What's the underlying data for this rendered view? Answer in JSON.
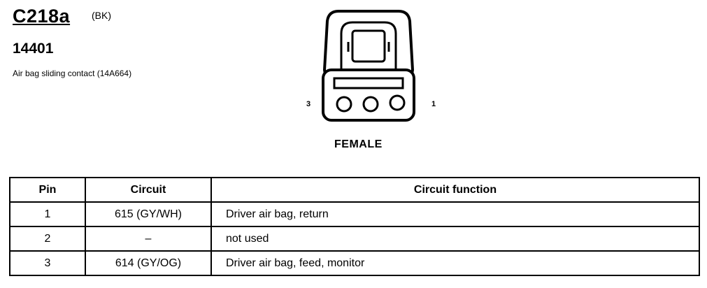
{
  "header": {
    "connector_id": "C218a",
    "color_code": "(BK)",
    "part_number": "14401",
    "description": "Air bag sliding contact (14A664)"
  },
  "connector": {
    "gender": "FEMALE",
    "pin_label_left": "3",
    "pin_label_right": "1"
  },
  "table": {
    "headers": [
      "Pin",
      "Circuit",
      "Circuit function"
    ],
    "rows": [
      {
        "pin": "1",
        "circuit": "615 (GY/WH)",
        "function": "Driver air bag, return"
      },
      {
        "pin": "2",
        "circuit": "–",
        "function": "not used"
      },
      {
        "pin": "3",
        "circuit": "614 (GY/OG)",
        "function": "Driver air bag, feed, monitor"
      }
    ]
  }
}
